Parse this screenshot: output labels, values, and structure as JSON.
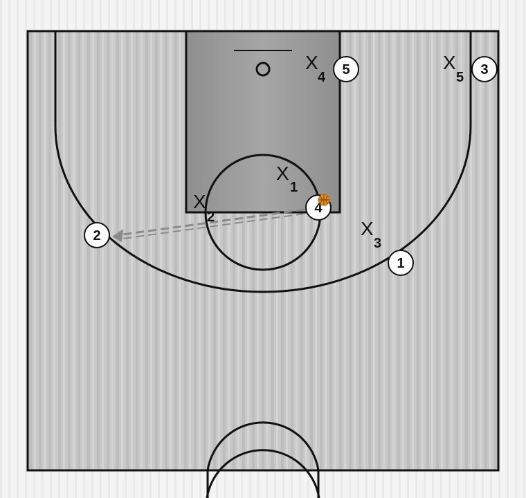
{
  "diagram": {
    "colors": {
      "court_light": "#c8c8c8",
      "court_mid": "#b8b8b8",
      "paint": "#9a9a9a",
      "lines": "#111111",
      "ball": "#e8901e",
      "pass_line": "#8a8a8a",
      "player_fill": "#ffffff"
    },
    "offense": [
      {
        "label": "1",
        "icon": "offense-player-1"
      },
      {
        "label": "2",
        "icon": "offense-player-2"
      },
      {
        "label": "3",
        "icon": "offense-player-3"
      },
      {
        "label": "4",
        "icon": "offense-player-4",
        "has_ball": true
      },
      {
        "label": "5",
        "icon": "offense-player-5"
      }
    ],
    "defense": [
      {
        "mark": "X",
        "sub": "1"
      },
      {
        "mark": "X",
        "sub": "2"
      },
      {
        "mark": "X",
        "sub": "3"
      },
      {
        "mark": "X",
        "sub": "4"
      },
      {
        "mark": "X",
        "sub": "5"
      }
    ],
    "actions": [
      {
        "type": "pass",
        "from": "4",
        "to": "2",
        "style": "dashed-arrow"
      }
    ],
    "icons": [
      "basketball-icon",
      "hoop-icon"
    ]
  }
}
